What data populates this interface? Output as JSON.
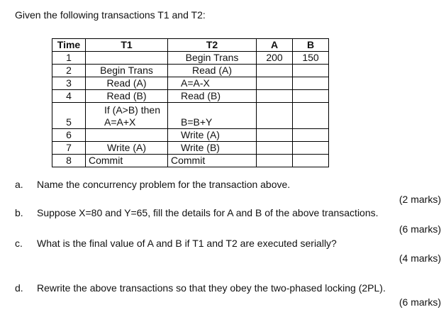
{
  "intro": "Given the following transactions T1 and T2:",
  "table": {
    "headers": [
      "Time",
      "T1",
      "T2",
      "A",
      "B"
    ],
    "rows": [
      {
        "time": "1",
        "t1": "",
        "t2": "Begin Trans",
        "a": "200",
        "b": "150"
      },
      {
        "time": "2",
        "t1": "Begin Trans",
        "t2": "Read (A)",
        "a": "",
        "b": ""
      },
      {
        "time": "3",
        "t1": "Read (A)",
        "t2": "A=A-X",
        "a": "",
        "b": ""
      },
      {
        "time": "4",
        "t1": "Read (B)",
        "t2": "Read (B)",
        "a": "",
        "b": ""
      },
      {
        "time": "5",
        "t1_line1": "If (A>B) then",
        "t1_line2": "A=A+X",
        "t2": "B=B+Y",
        "a": "",
        "b": ""
      },
      {
        "time": "6",
        "t1": "",
        "t2": "Write (A)",
        "a": "",
        "b": ""
      },
      {
        "time": "7",
        "t1": "Write (A)",
        "t2": "Write (B)",
        "a": "",
        "b": ""
      },
      {
        "time": "8",
        "t1": "Commit",
        "t2": "Commit",
        "a": "",
        "b": ""
      }
    ]
  },
  "questions": [
    {
      "label": "a.",
      "text": "Name the concurrency problem for the transaction above.",
      "marks": "(2 marks)"
    },
    {
      "label": "b.",
      "text": "Suppose X=80 and Y=65, fill the details for A and B of the above transactions.",
      "marks": "(6 marks)"
    },
    {
      "label": "c.",
      "text": "What is the final value of A and B if T1 and T2 are executed serially?",
      "marks": "(4 marks)"
    },
    {
      "label": "d.",
      "text": "Rewrite the above transactions so that they obey the two-phased locking (2PL).",
      "marks": "(6 marks)"
    }
  ]
}
